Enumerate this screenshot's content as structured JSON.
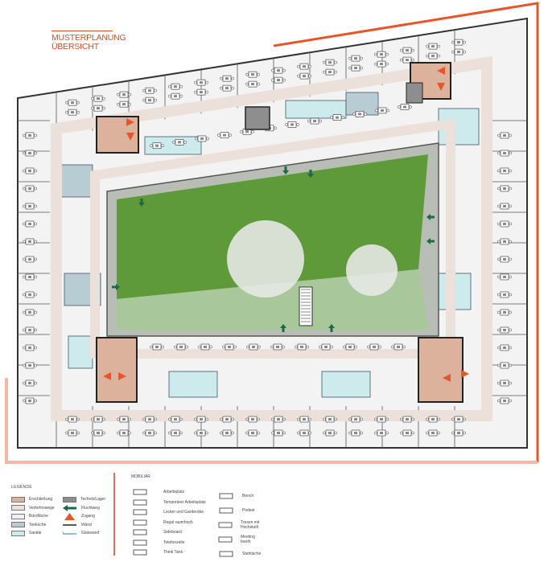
{
  "title": {
    "line1": "MUSTERPLANUNG",
    "line2": "ÜBERSICHT"
  },
  "colors": {
    "accent": "#e8552a",
    "frame": "#f2b9a6",
    "erschliessung": "#dcb29c",
    "verkehrswege": "#ebe0da",
    "buerofläche": "#f1f1f1",
    "teekueche": "#b8ccd3",
    "sanitaer": "#cdeaec",
    "technik": "#8e8e8e",
    "fluchtweg": "#1e6a44",
    "courtyard_green": "#5f9a3a",
    "courtyard_paving": "#b8beb6"
  },
  "legend": {
    "heading": "LEGENDE",
    "items": [
      {
        "label": "Erschließung",
        "type": "swatch",
        "color": "#dcb29c"
      },
      {
        "label": "Verkehrswege",
        "type": "swatch",
        "color": "#ebe0da"
      },
      {
        "label": "Bürofläche",
        "type": "swatch",
        "color": "#f1f1f1"
      },
      {
        "label": "Teeküche",
        "type": "swatch",
        "color": "#b8ccd3"
      },
      {
        "label": "Sanitär",
        "type": "swatch",
        "color": "#cdeaec"
      },
      {
        "label": "Technik/Lager",
        "type": "swatch",
        "color": "#8e8e8e"
      },
      {
        "label": "Fluchtweg",
        "type": "arrow-icon"
      },
      {
        "label": "Zugang",
        "type": "triangle-icon"
      },
      {
        "label": "Wand",
        "type": "wall-line"
      },
      {
        "label": "Glaswand",
        "type": "glass-line"
      }
    ]
  },
  "mobiliar": {
    "heading": "MOBILIAR",
    "items": [
      {
        "label": "Arbeitsplatz",
        "icon": "desk-icon"
      },
      {
        "label": "Temporärer Arbeitsplatz",
        "icon": "temp-desk-icon"
      },
      {
        "label": "Locker und Garderobe",
        "icon": "locker-icon"
      },
      {
        "label": "Regal raumhoch",
        "icon": "shelf-icon"
      },
      {
        "label": "Sideboard",
        "icon": "sideboard-icon"
      },
      {
        "label": "Telefonzelle",
        "icon": "phone-booth-icon"
      },
      {
        "label": "Think Tank",
        "icon": "think-tank-icon"
      },
      {
        "label": "Bench",
        "icon": "bench-icon"
      },
      {
        "label": "Podest",
        "icon": "podest-icon"
      },
      {
        "label": "Tresen mit Hochstuhl",
        "icon": "counter-icon"
      },
      {
        "label": "Meeting booth",
        "icon": "meeting-booth-icon"
      },
      {
        "label": "Stehtische",
        "icon": "standing-table-icon"
      }
    ]
  }
}
